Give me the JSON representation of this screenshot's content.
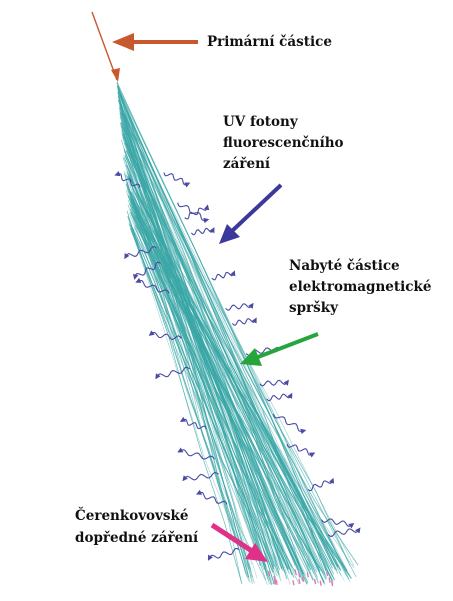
{
  "labels": {
    "primary_particle": [
      "Primární částice"
    ],
    "uv_photons": [
      "UV fotony",
      "fluorescenčního",
      "záření"
    ],
    "charged_particles": [
      "Nabyté částice",
      "elektromagnetické",
      "spršky"
    ],
    "cherenkov": [
      "Čerenkovovské",
      "dopředné záření"
    ]
  },
  "colors": {
    "primary_arrow": "#c8582e",
    "uv_arrow": "#3b3a9c",
    "charged_arrow": "#27a53d",
    "cherenkov_arrow": "#e0318a",
    "shower": "#3aa6a6",
    "photon": "#4a4aa3",
    "cherenkov_tip": "#e07ab0"
  },
  "icons": [
    "arrow-right-icon",
    "arrow-down-left-icon",
    "arrow-left-icon",
    "arrow-down-right-icon",
    "wavy-photon-icon"
  ]
}
